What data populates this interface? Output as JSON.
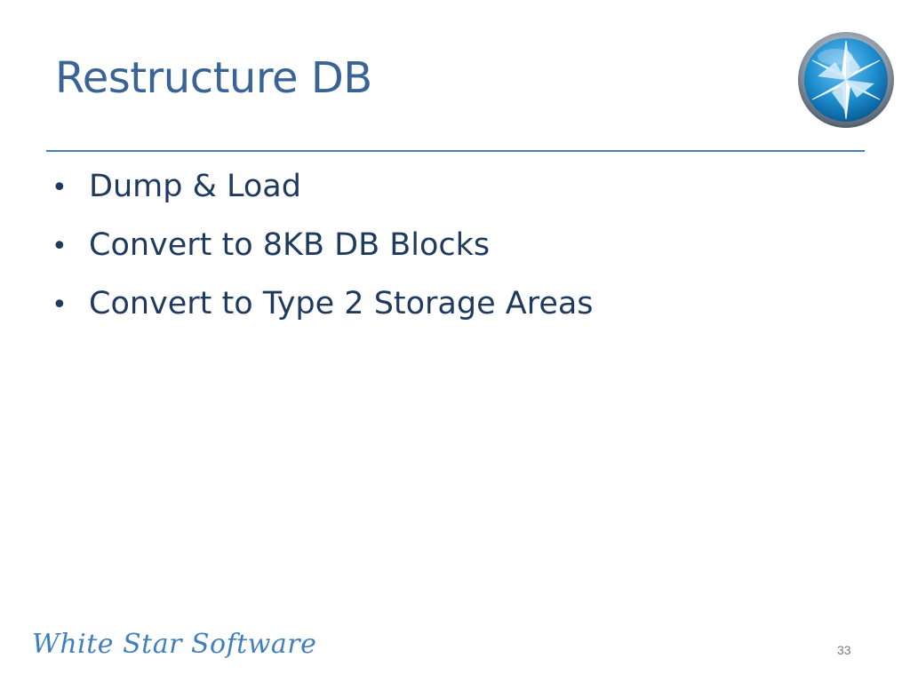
{
  "slide": {
    "title": "Restructure DB",
    "bullets": [
      {
        "text": "Dump & Load"
      },
      {
        "text": "Convert to 8KB DB Blocks"
      },
      {
        "text": "Convert to Type 2 Storage Areas"
      }
    ],
    "bullet_glyph": "•",
    "footer": {
      "brand": "White Star Software",
      "page_number": "33"
    },
    "logo_icon": "star-globe-icon"
  },
  "colors": {
    "title": "#3a6396",
    "rule": "#4a7fb8",
    "bullet_text": "#1f3a5f",
    "brand": "#3f7fbf",
    "page_number": "#7a7a7a"
  }
}
